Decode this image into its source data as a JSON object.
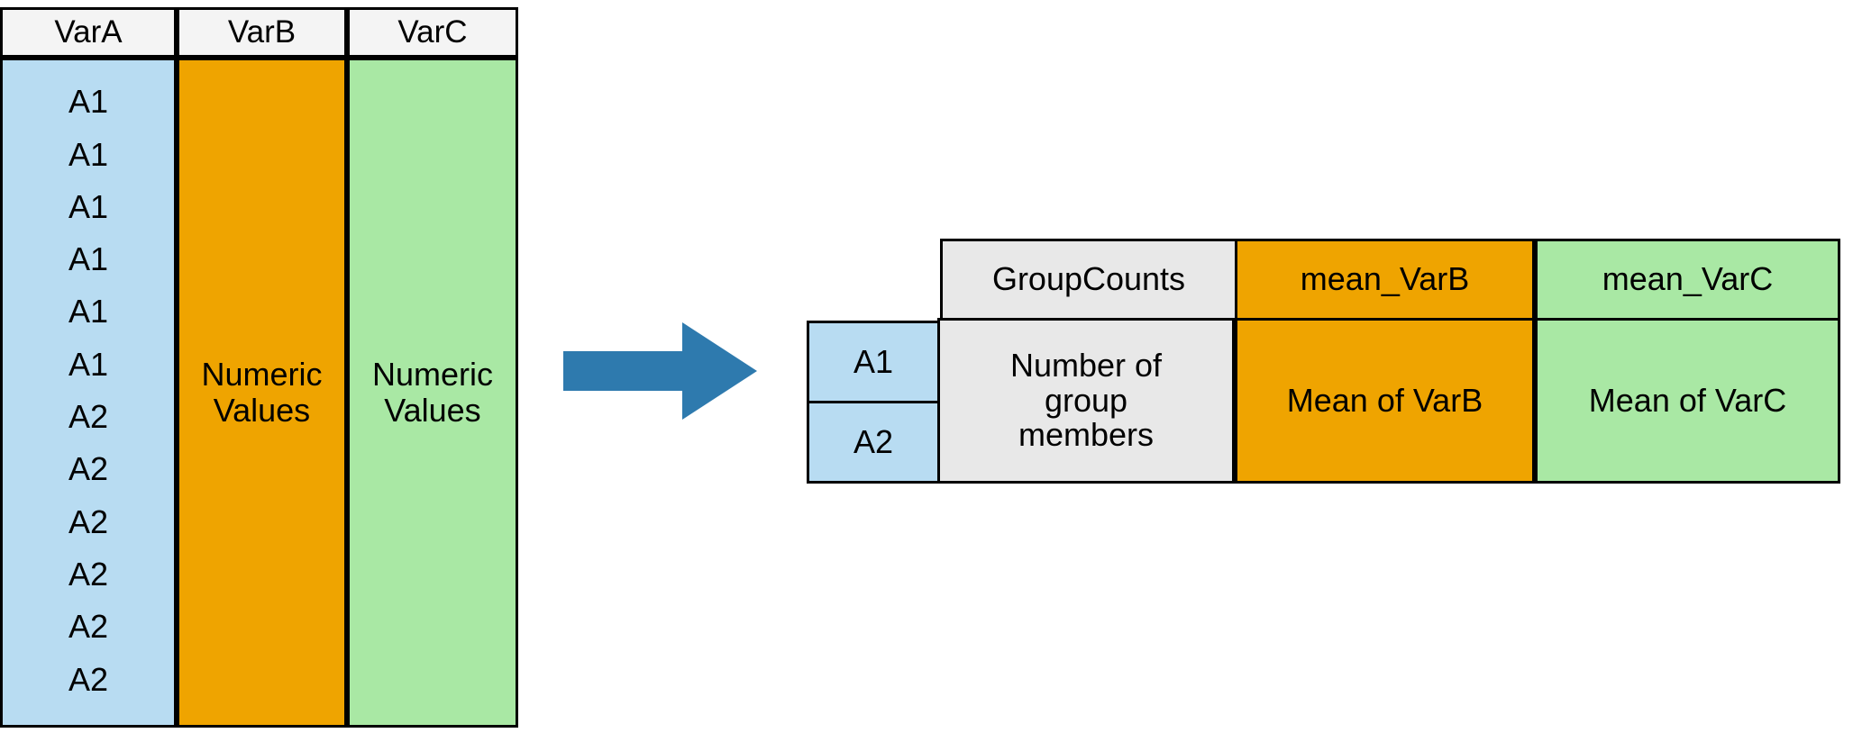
{
  "diagram": {
    "type": "grouped-summary-transformation",
    "arrow": {
      "name": "transformation-arrow",
      "direction": "right",
      "color": "#2E7AAE"
    },
    "colors": {
      "group_key_blue": "#B8DCF2",
      "var_b_orange": "#EFA400",
      "var_c_green": "#A9E8A4",
      "counts_gray": "#E8E8E8",
      "header_white": "#F4F4F4",
      "border_black": "#000000",
      "arrow_blue": "#2E7AAE"
    }
  },
  "input_table": {
    "name": "input-data-table",
    "headers": [
      "VarA",
      "VarB",
      "VarC"
    ],
    "columns": [
      {
        "header": "VarA",
        "fill": "#B8DCF2",
        "kind": "grouping-variable",
        "values": [
          "A1",
          "A1",
          "A1",
          "A1",
          "A1",
          "A1",
          "A2",
          "A2",
          "A2",
          "A2",
          "A2",
          "A2"
        ]
      },
      {
        "header": "VarB",
        "fill": "#EFA400",
        "kind": "numeric",
        "placeholder": "Numeric\nValues"
      },
      {
        "header": "VarC",
        "fill": "#A9E8A4",
        "kind": "numeric",
        "placeholder": "Numeric\nValues"
      }
    ]
  },
  "output_table": {
    "name": "group-summary-table",
    "headers": {
      "group_key": "",
      "group_counts": "GroupCounts",
      "mean_var_b": "mean_VarB",
      "mean_var_c": "mean_VarC"
    },
    "row_keys": [
      "A1",
      "A2"
    ],
    "cells": {
      "group_counts": "Number of\ngroup\nmembers",
      "mean_var_b": "Mean of VarB",
      "mean_var_c": "Mean of VarC"
    }
  }
}
